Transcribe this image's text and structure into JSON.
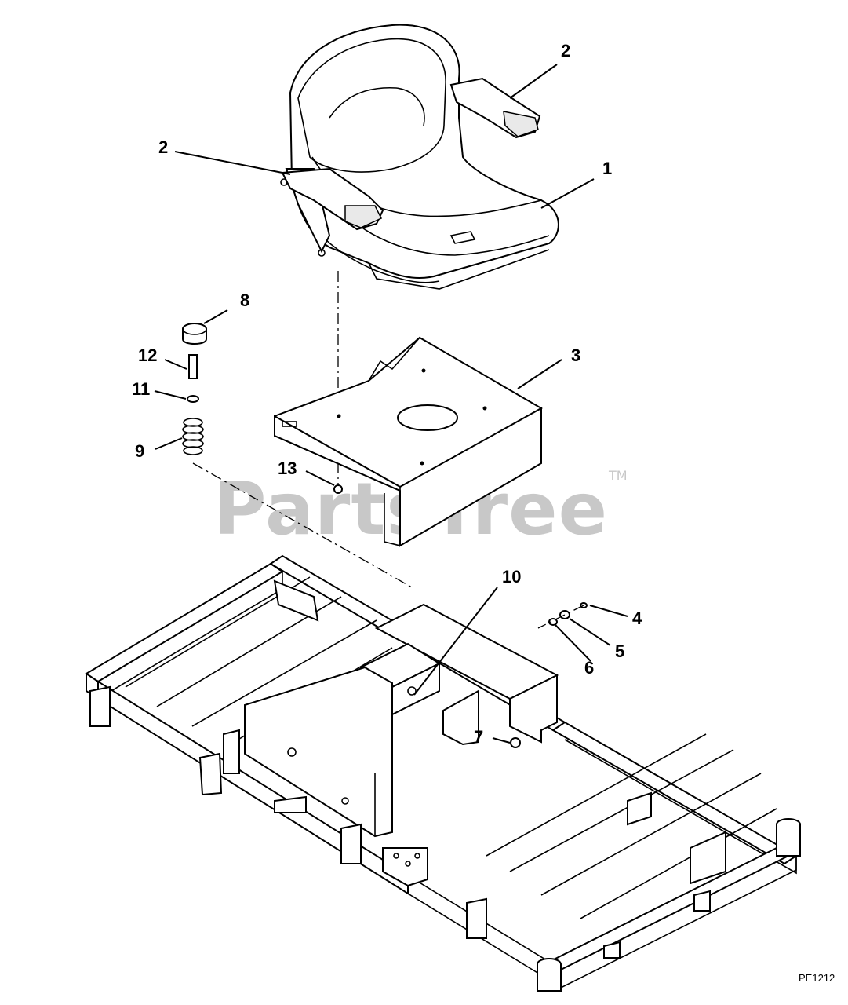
{
  "watermark": {
    "text": "PartsTree",
    "tm": "TM"
  },
  "diagram_code": "PE1212",
  "callouts": [
    {
      "id": "c1",
      "label": "1"
    },
    {
      "id": "c2a",
      "label": "2"
    },
    {
      "id": "c2b",
      "label": "2"
    },
    {
      "id": "c3",
      "label": "3"
    },
    {
      "id": "c4",
      "label": "4"
    },
    {
      "id": "c5",
      "label": "5"
    },
    {
      "id": "c6",
      "label": "6"
    },
    {
      "id": "c7",
      "label": "7"
    },
    {
      "id": "c8",
      "label": "8"
    },
    {
      "id": "c9",
      "label": "9"
    },
    {
      "id": "c10",
      "label": "10"
    },
    {
      "id": "c11",
      "label": "11"
    },
    {
      "id": "c12",
      "label": "12"
    },
    {
      "id": "c13",
      "label": "13"
    }
  ]
}
